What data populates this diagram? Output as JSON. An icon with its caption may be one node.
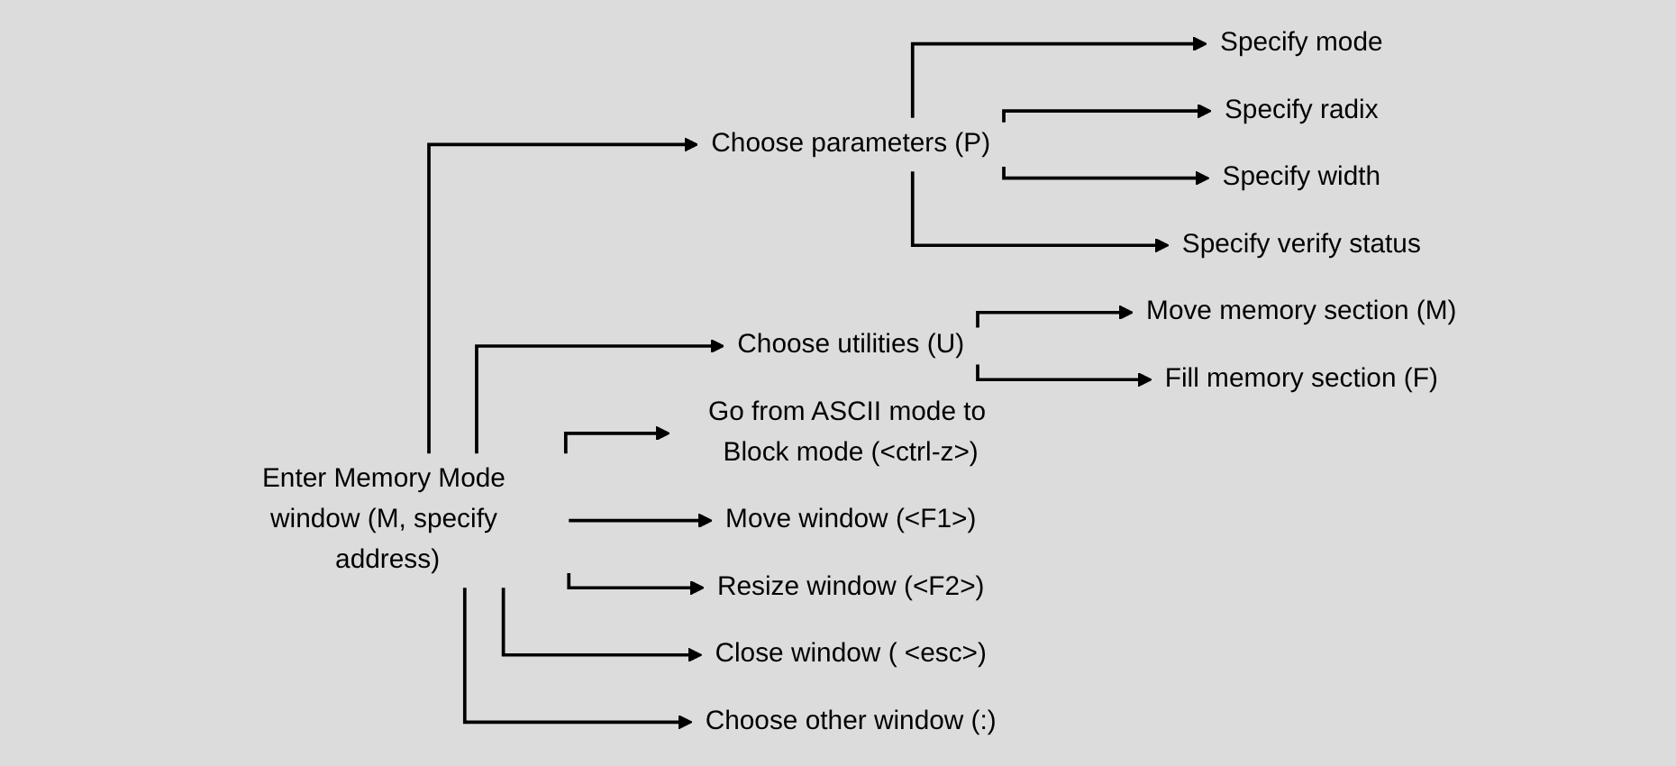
{
  "diagram": {
    "nodes": [
      {
        "text": [
          "Enter Memory Mode window (M, specify address)"
        ]
      },
      {
        "text": [
          "Choose parameters (P)"
        ]
      },
      {
        "text": [
          "Choose utilities (U)"
        ]
      },
      {
        "text": [
          "Go from ASCII mode to Block mode (<ctrl-z>)"
        ]
      },
      {
        "text": [
          "Move window (<F1>)"
        ]
      },
      {
        "text": [
          "Resize window (<F2>)"
        ]
      },
      {
        "text": [
          "Close window ( <esc>)"
        ]
      },
      {
        "text": [
          "Choose other window (:)"
        ]
      },
      {
        "text": [
          "Specify mode"
        ]
      },
      {
        "text": [
          "Specify radix"
        ]
      },
      {
        "text": [
          "Specify width"
        ]
      },
      {
        "text": [
          "Specify verify status"
        ]
      },
      {
        "text": [
          "Move memory section (M)"
        ]
      },
      {
        "text": [
          "Fill memory section (F)"
        ]
      }
    ],
    "edges": [
      {
        "from": 0,
        "to": 1,
        "arrow": "to"
      },
      {
        "from": 0,
        "to": 2,
        "arrow": "to"
      },
      {
        "from": 0,
        "to": 3,
        "arrow": "to"
      },
      {
        "from": 0,
        "to": 4,
        "arrow": "to"
      },
      {
        "from": 0,
        "to": 5,
        "arrow": "to"
      },
      {
        "from": 0,
        "to": 6,
        "arrow": "to"
      },
      {
        "from": 0,
        "to": 7,
        "arrow": "to"
      },
      {
        "from": 1,
        "to": 8,
        "arrow": "to"
      },
      {
        "from": 1,
        "to": 9,
        "arrow": "to"
      },
      {
        "from": 1,
        "to": 10,
        "arrow": "to"
      },
      {
        "from": 1,
        "to": 11,
        "arrow": "to"
      },
      {
        "from": 2,
        "to": 12,
        "arrow": "to"
      },
      {
        "from": 2,
        "to": 13,
        "arrow": "to"
      }
    ]
  }
}
